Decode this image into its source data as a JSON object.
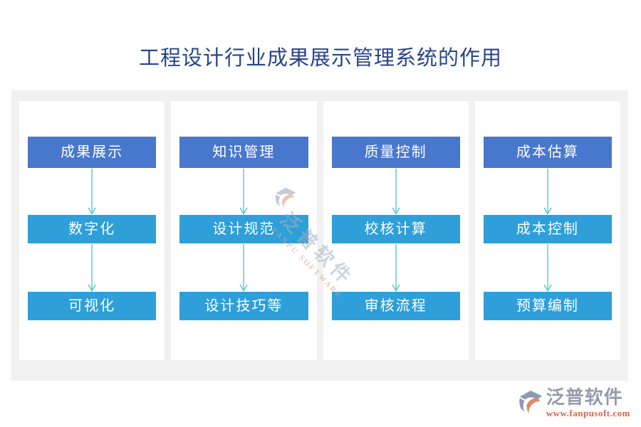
{
  "title": "工程设计行业成果展示管理系统的作用",
  "columns": [
    {
      "header": "成果展示",
      "items": [
        "数字化",
        "可视化"
      ]
    },
    {
      "header": "知识管理",
      "items": [
        "设计规范",
        "设计技巧等"
      ]
    },
    {
      "header": "质量控制",
      "items": [
        "校核计算",
        "审核流程"
      ]
    },
    {
      "header": "成本估算",
      "items": [
        "成本控制",
        "预算编制"
      ]
    }
  ],
  "watermark": {
    "text": "泛普软件",
    "subtext": "FANPU SOFTWARE"
  },
  "footer": {
    "brand": "泛普软件",
    "url": "www.fanpusoft.com"
  },
  "colors": {
    "title": "#28458B",
    "panel-bg": "#F1F1F2",
    "card-bg": "#FFFFFF",
    "header-box": "#4877CE",
    "item-box": "#2E9FD9",
    "arrow": "#4FC9CF",
    "box-text": "#FFFFFF",
    "footer-brand": "#959DAB",
    "footer-url": "#D2674B",
    "logo-gray": "#8D9AB3",
    "logo-orange": "#DD8A66"
  }
}
